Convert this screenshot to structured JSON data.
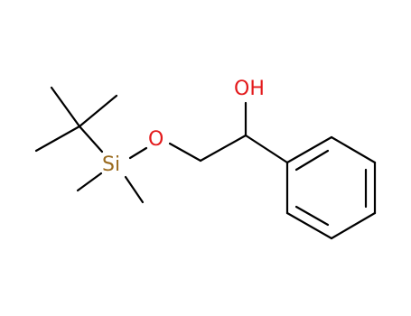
{
  "molecule": {
    "atoms": {
      "silicon": {
        "symbol": "Si",
        "color": "#9a6b1f"
      },
      "ether_oxygen": {
        "symbol": "O",
        "color": "#e31a1c"
      },
      "hydroxyl": {
        "symbol": "OH",
        "color": "#e31a1c"
      }
    },
    "bond_color": "#000000"
  }
}
